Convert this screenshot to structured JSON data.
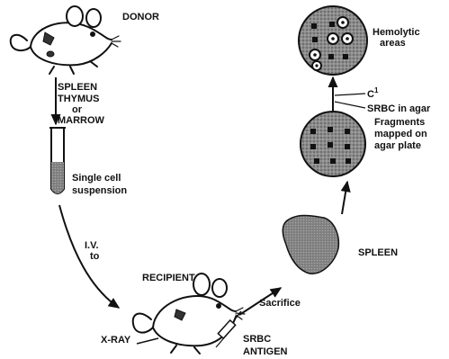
{
  "labels": {
    "donor": "DONOR",
    "spleen_source": "SPLEEN",
    "thymus": "THYMUS",
    "or": "or",
    "marrow": "MARROW",
    "single_cell_1": "Single cell",
    "single_cell_2": "suspension",
    "iv": "I.V.",
    "to": "to",
    "recipient": "RECIPIENT",
    "xray": "X-RAY",
    "srbc": "SRBC",
    "antigen": "ANTIGEN",
    "sacrifice": "Sacrifice",
    "spleen_organ": "SPLEEN",
    "fragments_1": "Fragments",
    "fragments_2": "mapped on",
    "fragments_3": "agar plate",
    "c1": "C",
    "c1_sup": "1",
    "srbc_agar": "SRBC in agar",
    "hemolytic_1": "Hemolytic",
    "hemolytic_2": "areas"
  },
  "icons": [
    "mouse-icon",
    "test-tube-icon",
    "syringe-icon",
    "spleen-organ-icon",
    "agar-plate-icon"
  ],
  "colors": {
    "ink": "#111111",
    "plate_fill": "#9a9a9a",
    "organ_fill": "#888888",
    "liquid_fill": "#c8c8c8"
  }
}
